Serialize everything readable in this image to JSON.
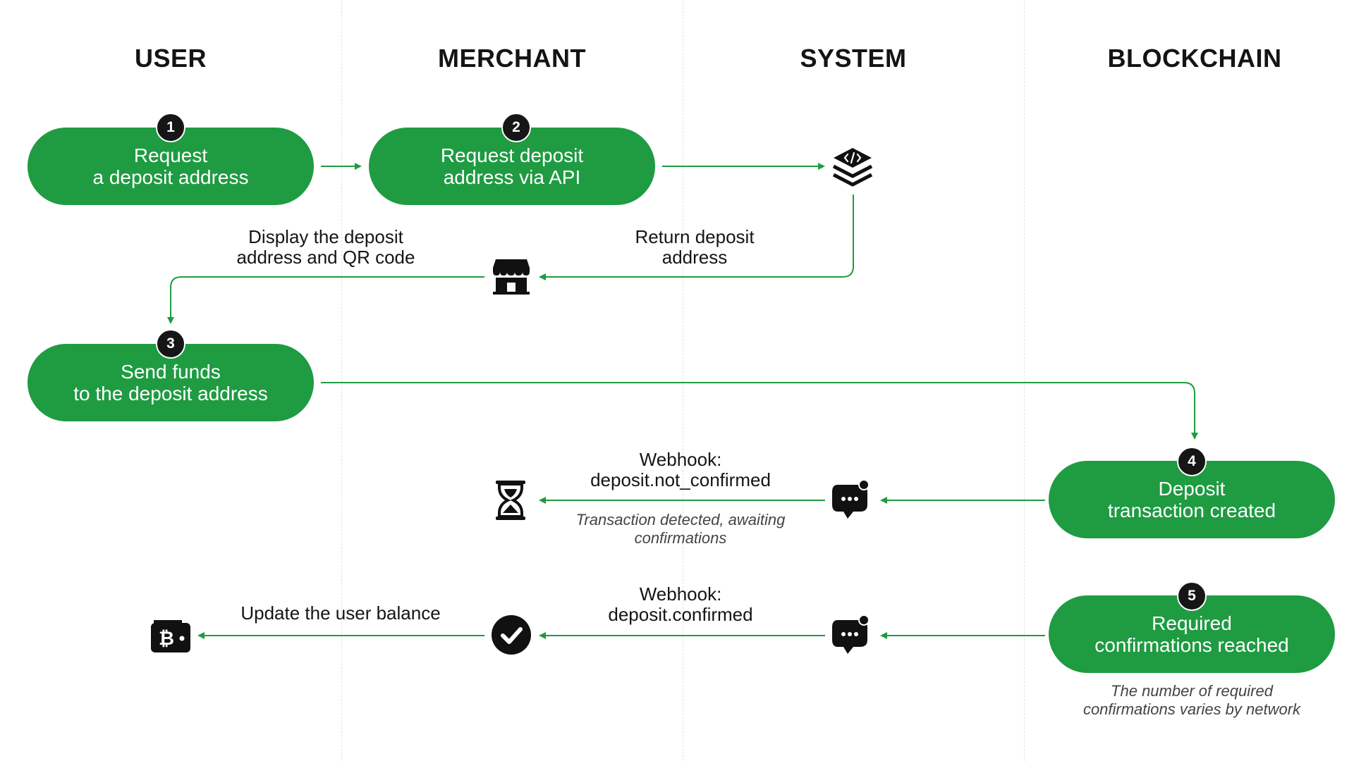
{
  "colors": {
    "accent": "#1f9b42",
    "badge": "#161616",
    "icon": "#111111"
  },
  "lanes": [
    "USER",
    "MERCHANT",
    "SYSTEM",
    "BLOCKCHAIN"
  ],
  "steps": [
    {
      "number": "1",
      "text": "Request\na deposit address"
    },
    {
      "number": "2",
      "text": "Request deposit\naddress via API"
    },
    {
      "number": "3",
      "text": "Send funds\nto the deposit address"
    },
    {
      "number": "4",
      "text": "Deposit\ntransaction created"
    },
    {
      "number": "5",
      "text": "Required\nconfirmations reached"
    }
  ],
  "labels": {
    "display_qr": "Display the deposit\naddress and QR code",
    "return_address": "Return deposit\naddress",
    "webhook_not_confirmed": "Webhook:\ndeposit.not_confirmed",
    "webhook_confirmed": "Webhook:\ndeposit.confirmed",
    "update_balance": "Update the user balance"
  },
  "notes": {
    "awaiting": "Transaction detected, awaiting\nconfirmations",
    "confirmations_vary": "The number of required\nconfirmations varies by network"
  },
  "icons": {
    "system": "code-stack-icon",
    "merchant": "storefront-icon",
    "hourglass": "hourglass-icon",
    "webhook": "chat-notification-icon",
    "confirmed": "check-circle-icon",
    "wallet": "bitcoin-wallet-icon"
  }
}
